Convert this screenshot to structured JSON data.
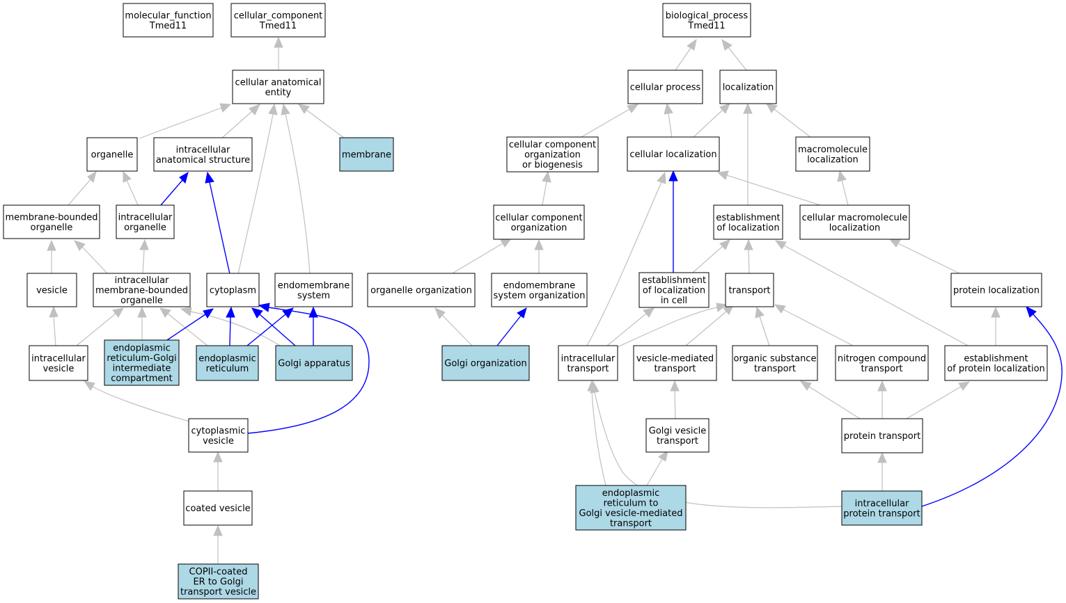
{
  "colors": {
    "highlight": "#add8e6",
    "regular_edge": "#c0c0c0",
    "highlight_edge": "#0000ff",
    "node_border": "#000000"
  },
  "nodes": {
    "mf_root": [
      "molecular_function",
      "Tmed11"
    ],
    "cc_root": [
      "cellular_component",
      "Tmed11"
    ],
    "bp_root": [
      "biological_process",
      "Tmed11"
    ],
    "cae": [
      "cellular anatomical",
      "entity"
    ],
    "organelle": [
      "organelle"
    ],
    "ias": [
      "intracellular",
      "anatomical structure"
    ],
    "membrane": [
      "membrane"
    ],
    "mbo": [
      "membrane-bounded",
      "organelle"
    ],
    "io": [
      "intracellular",
      "organelle"
    ],
    "vesicle": [
      "vesicle"
    ],
    "imbo": [
      "intracellular",
      "membrane-bounded",
      "organelle"
    ],
    "cytoplasm": [
      "cytoplasm"
    ],
    "endomem": [
      "endomembrane",
      "system"
    ],
    "ivesicle": [
      "intracellular",
      "vesicle"
    ],
    "ergic": [
      "endoplasmic",
      "reticulum-Golgi",
      "intermediate",
      "compartment"
    ],
    "er": [
      "endoplasmic",
      "reticulum"
    ],
    "golgi": [
      "Golgi apparatus"
    ],
    "cvesicle": [
      "cytoplasmic",
      "vesicle"
    ],
    "coated": [
      "coated vesicle"
    ],
    "copii": [
      "COPII-coated",
      "ER to Golgi",
      "transport vesicle"
    ],
    "cproc": [
      "cellular process"
    ],
    "local": [
      "localization"
    ],
    "ccob": [
      "cellular component",
      "organization",
      "or biogenesis"
    ],
    "cloc": [
      "cellular localization"
    ],
    "mmloc": [
      "macromolecule",
      "localization"
    ],
    "cco": [
      "cellular component",
      "organization"
    ],
    "eloc": [
      "establishment",
      "of localization"
    ],
    "cmloc": [
      "cellular macromolecule",
      "localization"
    ],
    "oorg": [
      "organelle organization"
    ],
    "eorg": [
      "endomembrane",
      "system organization"
    ],
    "elic": [
      "establishment",
      "of localization",
      "in cell"
    ],
    "transport": [
      "transport"
    ],
    "ploc": [
      "protein localization"
    ],
    "gorg": [
      "Golgi organization"
    ],
    "itrans": [
      "intracellular",
      "transport"
    ],
    "vmt": [
      "vesicle-mediated",
      "transport"
    ],
    "ost": [
      "organic substance",
      "transport"
    ],
    "nct": [
      "nitrogen compound",
      "transport"
    ],
    "epl": [
      "establishment",
      "of protein localization"
    ],
    "gvt": [
      "Golgi vesicle",
      "transport"
    ],
    "ptrans": [
      "protein transport"
    ],
    "ergvt": [
      "endoplasmic",
      "reticulum to",
      "Golgi vesicle-mediated",
      "transport"
    ],
    "ipt": [
      "intracellular",
      "protein transport"
    ]
  }
}
